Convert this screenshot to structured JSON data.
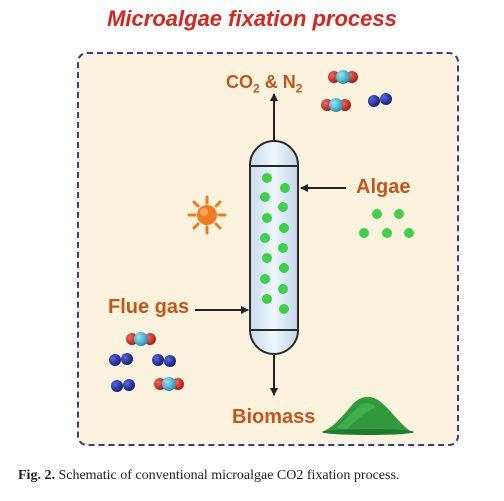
{
  "title": "Microalgae fixation process",
  "labels": {
    "co2_n2_prefix": "CO",
    "co2_n2_sub": "2",
    "co2_n2_suffix": " & N",
    "co2_n2_sub2": "2",
    "algae": "Algae",
    "flue_gas": "Flue gas",
    "biomass": "Biomass"
  },
  "caption": {
    "fig_label": "Fig. 2.",
    "text": " Schematic of conventional microalgae CO2 fixation process."
  },
  "colors": {
    "title": "#d9261c",
    "label": "#c5561a",
    "frame_border": "#3b3b95",
    "frame_fill": "#fbf3de",
    "algae_green": "#3dd24a",
    "co2_red": "#c0201c",
    "co2_cyan": "#3fb8d6",
    "n2_blue": "#1c2aa8",
    "sun": "#f07b1e",
    "biomass": "#2f9a3c"
  }
}
